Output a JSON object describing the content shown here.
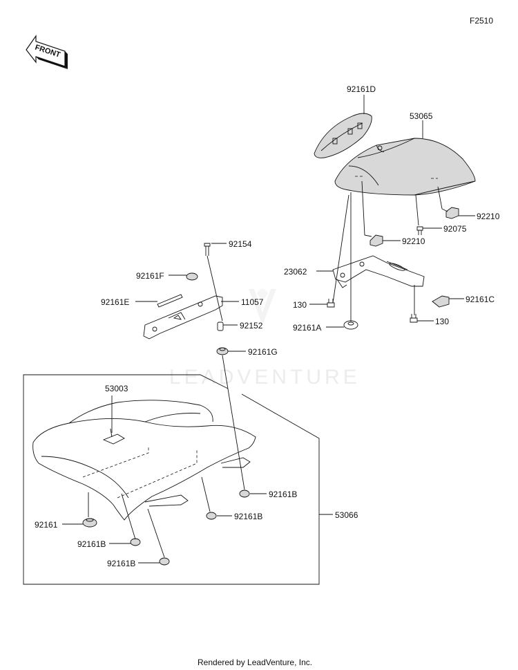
{
  "figure_code": "F2510",
  "front_label": "FRONT",
  "watermark": "LEADVENTURE",
  "footer": "Rendered by LeadVenture, Inc.",
  "parts": {
    "p92161D": "92161D",
    "p53065": "53065",
    "p92210a": "92210",
    "p92075": "92075",
    "p92210b": "92210",
    "p92154": "92154",
    "p23062": "23062",
    "p92161F": "92161F",
    "p11057": "11057",
    "p92161E": "92161E",
    "p130a": "130",
    "p92161C": "92161C",
    "p92152": "92152",
    "p92161A": "92161A",
    "p130b": "130",
    "p92161G": "92161G",
    "p53003": "53003",
    "p92161B1": "92161B",
    "p92161B2": "92161B",
    "p53066": "53066",
    "p92161": "92161",
    "p92161B3": "92161B",
    "p92161B4": "92161B"
  }
}
